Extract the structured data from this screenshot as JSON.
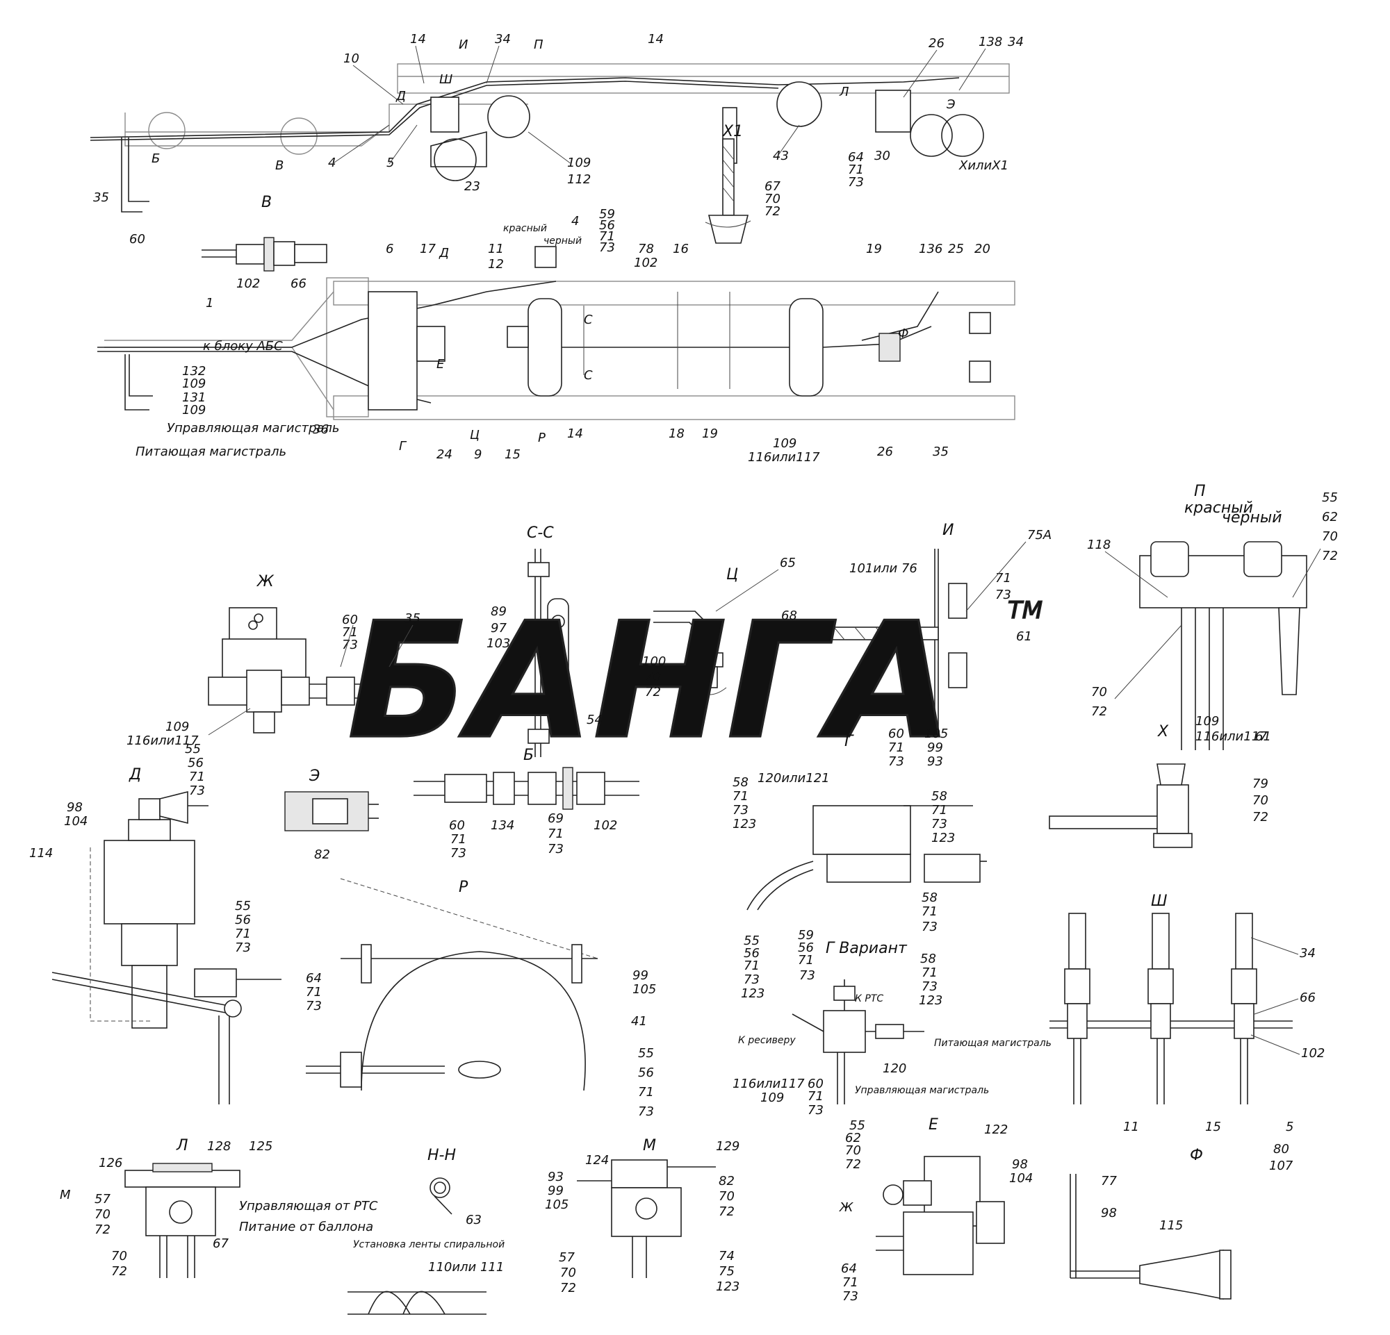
{
  "watermark": {
    "text": "БАНГА",
    "tm": "TM"
  },
  "titles": {
    "c_c": "С-С",
    "zh": "Ж",
    "ts": "Ц",
    "i": "И",
    "p": "П",
    "x1": "Х1",
    "v": "В",
    "d": "Д",
    "e3": "Э",
    "b": "Б",
    "g": "Г",
    "x": "Х",
    "sh": "Ш",
    "r": "Р",
    "g_variant": "Г Вариант",
    "l": "Л",
    "nn": "Н-Н",
    "m": "М",
    "e": "Е",
    "f": "Ф"
  },
  "notes": {
    "k_bloku_abs": "к блоку АБС",
    "upravl_magistral": "Управляющая магистраль",
    "pitay_magistral": "Питающая магистраль",
    "krasny": "красный",
    "cherny": "черный",
    "p_krasny": "красный",
    "p_cherny": "черный",
    "k_rts": "К РТС",
    "k_resiveru": "К ресиверу",
    "gv_pitay": "Питающая магистраль",
    "gv_upravl": "Управляющая магистраль",
    "upr_ot_rts": "Управляющая от РТС",
    "pitanie_ot_ballona": "Питание от баллона",
    "ustanovka_lenty": "Установка ленты спиральной"
  },
  "callouts": {
    "c10": "10",
    "c14a": "14",
    "c34a": "34",
    "c_I_top": "И",
    "c_P_top": "П",
    "c14b": "14",
    "c26a": "26",
    "c138": "138",
    "c34b": "34",
    "c_Sh": "Ш",
    "c_D_top": "Д",
    "c_L_top": "Л",
    "c_E3_top": "Э",
    "c_B_top": "Б",
    "c_V_top": "В",
    "c4a": "4",
    "c5": "5",
    "c23": "23",
    "c109a": "109",
    "c112": "112",
    "c43": "43",
    "c64a": "64",
    "c71a": "71",
    "c73a": "73",
    "c30": "30",
    "c_hx1": "ХилиХ1",
    "c35a": "35",
    "c60a": "60",
    "c67a": "67",
    "c70a": "70",
    "c72a": "72",
    "c102a": "102",
    "c66a": "66",
    "c59a": "59",
    "c56a": "56",
    "c71b": "71",
    "c73b": "73",
    "c6": "6",
    "c17": "17",
    "c_D_mid": "Д",
    "c11a": "11",
    "c12": "12",
    "c4b": "4",
    "c78": "78",
    "c102b": "102",
    "c16": "16",
    "c19a": "19",
    "c136": "136",
    "c25": "25",
    "c20": "20",
    "c1": "1",
    "c132": "132",
    "c109b": "109",
    "c131": "131",
    "c109c": "109",
    "c_E_mid": "Е",
    "c_C1": "С",
    "c_C2": "С",
    "c_F_mid": "Ф",
    "c36": "36",
    "c_G_mid": "Г",
    "c24": "24",
    "c_Ts_mid": "Ц",
    "c9": "9",
    "c15a": "15",
    "c_R_mid": "Р",
    "c14c": "14",
    "c18": "18",
    "c19b": "19",
    "c109d": "109",
    "c116a": "116или117",
    "c26b": "26",
    "c35b": "35",
    "c89": "89",
    "c97": "97",
    "c103": "103",
    "c54": "54",
    "c60b": "60",
    "c71c": "71",
    "c73c": "73",
    "c35c": "35",
    "c109e": "109",
    "c116b": "116или117",
    "c65": "65",
    "c68": "68",
    "c100": "100",
    "c70b": "70",
    "c72b": "72",
    "c101": "101или 76",
    "c75A": "75А",
    "c71d": "71",
    "c73d": "73",
    "c61a": "61",
    "c118": "118",
    "c55a": "55",
    "c62a": "62",
    "c70c": "70",
    "c72c": "72",
    "c70d": "70",
    "c72d": "72",
    "c55b": "55",
    "c56b": "56",
    "c71e": "71",
    "c73e": "73",
    "c98a": "98",
    "c104a": "104",
    "c114": "114",
    "c55c": "55",
    "c56c": "56",
    "c71f": "71",
    "c73f": "73",
    "c82": "82",
    "c60c": "60",
    "c71g": "71",
    "c73g": "73",
    "c134": "134",
    "c69": "69",
    "c71h": "71",
    "c73h": "73",
    "c102c": "102",
    "c60d": "60",
    "c71i": "71",
    "c73i": "73",
    "c105a": "105",
    "c99a": "99",
    "c93a": "93",
    "c120": "120или121",
    "c58a": "58",
    "c71j": "71",
    "c73j": "73",
    "c123a": "123",
    "c58b": "58",
    "c71k": "71",
    "c73k": "73",
    "c123b": "123",
    "c58c": "58",
    "c71l": "71",
    "c73l": "73",
    "c109f": "109",
    "c116c": "116или117",
    "c61b": "61",
    "c79": "79",
    "c70e": "70",
    "c72e": "72",
    "c34c": "34",
    "c66b": "66",
    "c102d": "102",
    "c11b": "11",
    "c15b": "15",
    "c5b": "5",
    "c99b": "99",
    "c105b": "105",
    "c41": "41",
    "c64b": "64",
    "c71m": "71",
    "c73m": "73",
    "c55d": "55",
    "c56d": "56",
    "c71n": "71",
    "c73n": "73",
    "c55e": "55",
    "c56e": "56",
    "c71o": "71",
    "c73o": "73",
    "c123c": "123",
    "c59b": "59",
    "c56f": "56",
    "c71p": "71",
    "c73p": "73",
    "c58d": "58",
    "c71q": "71",
    "c73q": "73",
    "c123d": "123",
    "c120b": "120",
    "c116d": "116или117",
    "c109g": "109",
    "c60e": "60",
    "c71r": "71",
    "c73r": "73",
    "c126": "126",
    "c128": "128",
    "c125": "125",
    "c_M_l": "М",
    "c57a": "57",
    "c70f": "70",
    "c72f": "72",
    "c70g": "70",
    "c72g": "72",
    "c67b": "67",
    "c63": "63",
    "c110": "110или 111",
    "c124": "124",
    "c129": "129",
    "c93b": "93",
    "c99c": "99",
    "c105c": "105",
    "c82b": "82",
    "c70h": "70",
    "c72h": "72",
    "c57b": "57",
    "c70i": "70",
    "c72i": "72",
    "c74": "74",
    "c75": "75",
    "c123e": "123",
    "c55f": "55",
    "c62b": "62",
    "c70j": "70",
    "c72j": "72",
    "c122": "122",
    "c98b": "98",
    "c104b": "104",
    "c_Zh_e": "Ж",
    "c64c": "64",
    "c71s": "71",
    "c73s": "73",
    "c80": "80",
    "c107": "107",
    "c77": "77",
    "c98c": "98",
    "c115": "115"
  }
}
